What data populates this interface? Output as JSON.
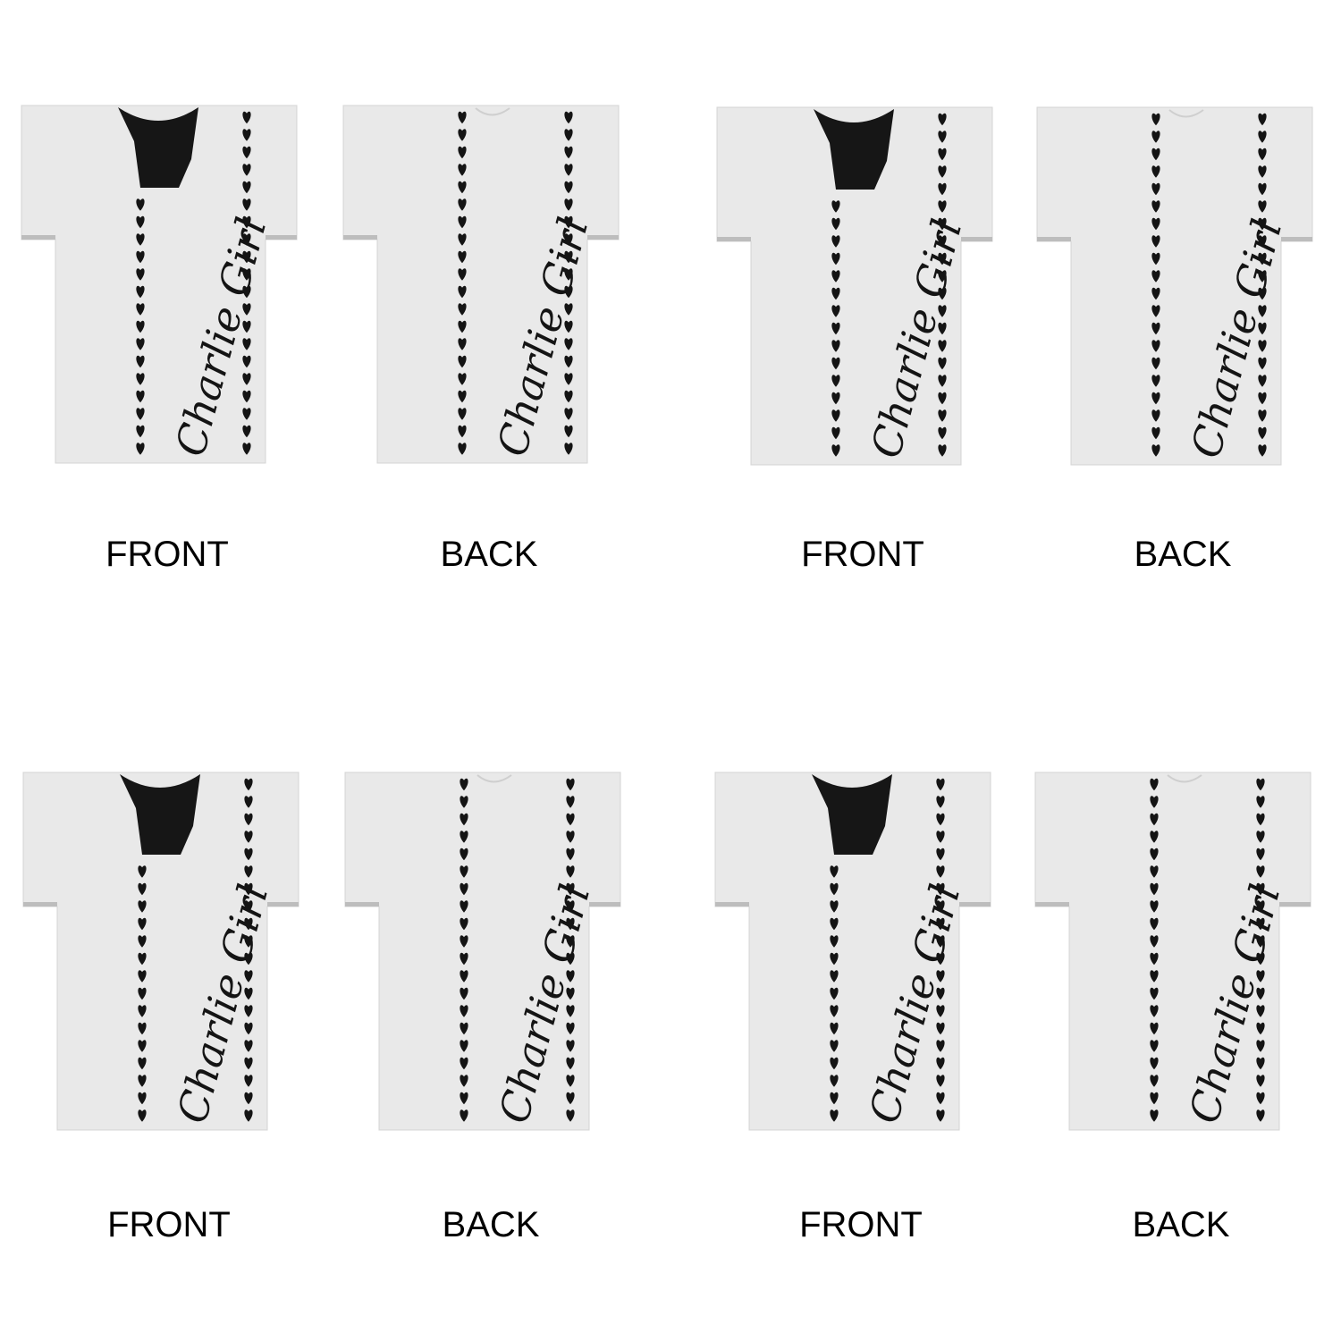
{
  "colors": {
    "shirt": "#e9e9e9",
    "ink": "#141414",
    "neck": "#161616",
    "background": "#ffffff"
  },
  "icon": "heart-icon",
  "tiles": [
    {
      "side": "front",
      "caption": "FRONT",
      "text": "Charlie Girl"
    },
    {
      "side": "back",
      "caption": "BACK",
      "text": "Charlie Girl"
    },
    {
      "side": "front",
      "caption": "FRONT",
      "text": "Charlie Girl"
    },
    {
      "side": "back",
      "caption": "BACK",
      "text": "Charlie Girl"
    },
    {
      "side": "front",
      "caption": "FRONT",
      "text": "Charlie Girl"
    },
    {
      "side": "back",
      "caption": "BACK",
      "text": "Charlie Girl"
    },
    {
      "side": "front",
      "caption": "FRONT",
      "text": "Charlie Girl"
    },
    {
      "side": "back",
      "caption": "BACK",
      "text": "Charlie Girl"
    }
  ]
}
